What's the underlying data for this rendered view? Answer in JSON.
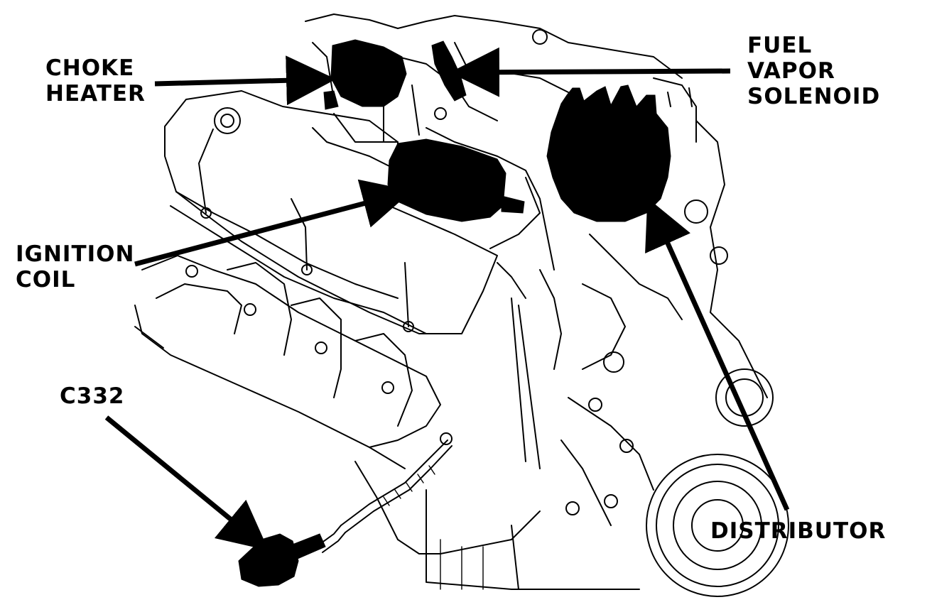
{
  "labels": {
    "choke_heater": [
      "CHOKE",
      "HEATER"
    ],
    "fuel_vapor_solenoid": [
      "FUEL",
      "VAPOR",
      "SOLENOID"
    ],
    "ignition_coil": [
      "IGNITION",
      "COIL"
    ],
    "connector": [
      "C332"
    ],
    "distributor": [
      "DISTRIBUTOR"
    ]
  },
  "colors": {
    "ink": "#000000",
    "paper": "#ffffff"
  }
}
